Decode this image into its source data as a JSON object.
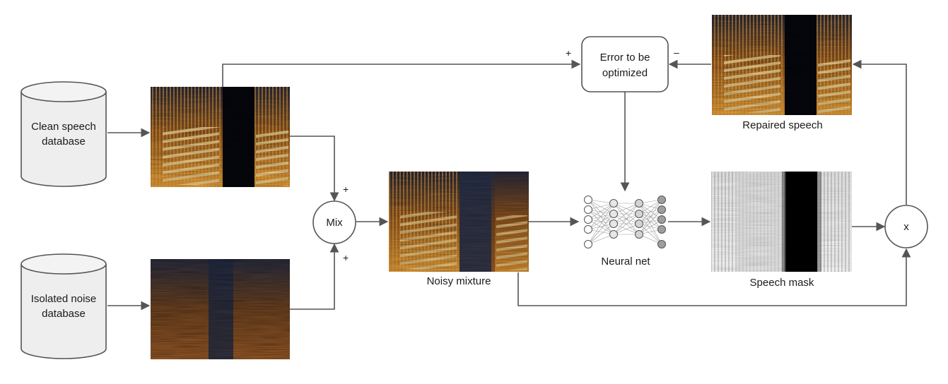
{
  "nodes": {
    "clean_db": {
      "line1": "Clean speech",
      "line2": "database"
    },
    "noise_db": {
      "line1": "Isolated noise",
      "line2": "database"
    },
    "mix": {
      "label": "Mix"
    },
    "multiply": {
      "label": "x"
    },
    "error": {
      "line1": "Error to be",
      "line2": "optimized"
    },
    "noisy_mixture": {
      "caption": "Noisy mixture"
    },
    "neural_net": {
      "caption": "Neural net"
    },
    "speech_mask": {
      "caption": "Speech mask"
    },
    "repaired_speech": {
      "caption": "Repaired speech"
    }
  },
  "signs": {
    "mix_top": "+",
    "mix_bottom": "+",
    "error_left": "+",
    "error_right": "–"
  },
  "colors": {
    "line": "#555555",
    "spectro_dark": "#0b1224",
    "spectro_mid": "#2a3553",
    "spectro_orange": "#d07a1e",
    "spectro_bright": "#fff0b8",
    "mask_white": "#ffffff",
    "mask_black": "#000000"
  }
}
